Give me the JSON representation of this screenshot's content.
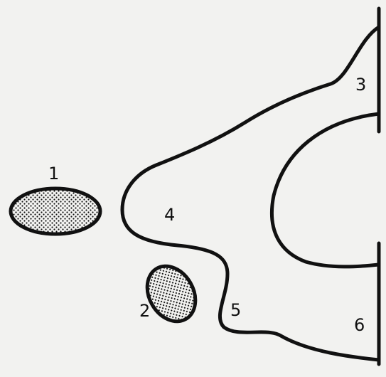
{
  "diagram": {
    "labels": {
      "l1": "1",
      "l2": "2",
      "l3": "3",
      "l4": "4",
      "l5": "5",
      "l6": "6"
    }
  },
  "colors": {
    "background": "#f2f2f0",
    "ink": "#111111"
  }
}
